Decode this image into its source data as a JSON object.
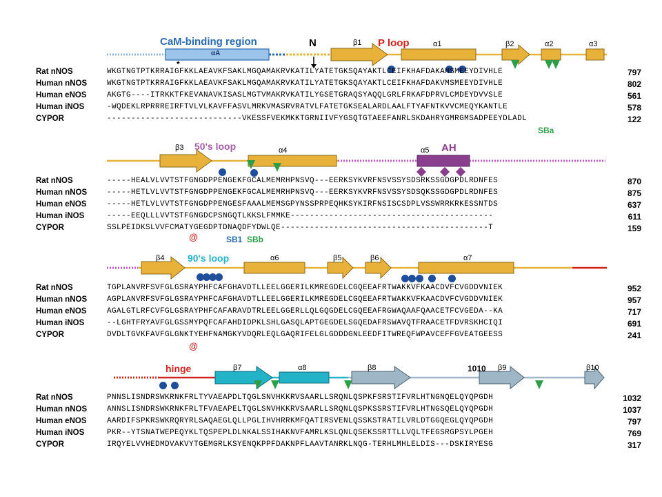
{
  "feature_labels": {
    "cam_binding": "CaM-binding region",
    "alpha_a": "αA",
    "n_marker": "N",
    "asterisk": "*",
    "p_loop": "P loop",
    "loop_50s": "50's loop",
    "ah": "AH",
    "loop_90s": "90's loop",
    "hinge": "hinge",
    "sba": "SBa",
    "sb1": "SB1",
    "sbb": "SBb",
    "at1": "@",
    "at2": "@"
  },
  "ss_labels": {
    "b1": "β1",
    "a1": "α1",
    "b2": "β2",
    "a2": "α2",
    "a3": "α3",
    "b3": "β3",
    "a4": "α4",
    "a5": "α5",
    "b4": "β4",
    "a6": "α6",
    "b5": "β5",
    "b6": "β6",
    "a7": "α7",
    "b7": "β7",
    "a8": "α8",
    "b8": "β8",
    "b1010": "1010",
    "b9": "β9",
    "b10": "β10"
  },
  "blocks": [
    {
      "rows": [
        {
          "name": "Rat nNOS",
          "seq": "WKGTNGTPTKRRAIGFKKLAEAVKFSAKLMGQAMAKRVKATILYATETGKSQAYAKTLCEIFKHAFDAKAMSMEEYDIVHLE",
          "end": "797"
        },
        {
          "name": "Human nNOS",
          "seq": "WKGTNGTPTKRRAIGFKKLAEAVKFSAKLMGQAMAKRVKATILYATETGKSQAYAKTLCEIFKHAFDAKVMSMEEYDIVHLE",
          "end": "802"
        },
        {
          "name": "Human eNOS",
          "seq": "AKGTG----ITRKKTFKEVANAVKISASLMGTVMAKRVKATILYGSETGRAQSYAQQLGRLFRKAFDPRVLCMDEYDVVSLE",
          "end": "561"
        },
        {
          "name": "Human iNOS",
          "seq": "-WQDEKLRPRRREIRFTVLVLKAVFFASVLMRKVMASRVRATVLFATETGKSEALARDLAALFTYAFNTKVVCMEQYKANTLE",
          "end": "578"
        },
        {
          "name": "CYPOR",
          "seq": "----------------------------VKESSFVEKMKKTGRNIIVFYGSQTGTAEEFANRLSKDAHRYGMRGMSADPEEYDLADL",
          "end": "122"
        }
      ]
    },
    {
      "rows": [
        {
          "name": "Rat nNOS",
          "seq": "-----HEALVLVVTSTFGNGDPPENGEKFGCALMEMRHPNSVQ---EERKSYKVRFNSVSSYSDSRKSSGDGPDLRDNFES",
          "end": "870"
        },
        {
          "name": "Human nNOS",
          "seq": "-----HETLVLVVTSTFGNGDPPENGEKFGCALMEMRHPNSVQ---EERKSYKVRFNSVSSYSDSQKSSGDGPDLRDNFES",
          "end": "875"
        },
        {
          "name": "Human eNOS",
          "seq": "-----HETLVLVVTSTFGNGDPPENGESFAAALMEMSGPYNSSPRPEQHKSYKIRFNSISCSDPLVSSWRRKRKESSNTDS",
          "end": "637"
        },
        {
          "name": "Human iNOS",
          "seq": "-----EEQLLLVVTSTFGNGDCPSNGQTLKKSLFMMKE------------------------------------------",
          "end": "611"
        },
        {
          "name": "CYPOR",
          "seq": "SSLPEIDKSLVVFCMATYGEGDPTDNAQDFYDWLQE-------------------------------------------T",
          "end": "159"
        }
      ]
    },
    {
      "rows": [
        {
          "name": "Rat nNOS",
          "seq": "TGPLANVRFSVFGLGSRAYPHFCAFGHAVDTLLEELGGERILKMREGDELCGQEEAFRTWAKKVFKAACDVFCVGDDVNIEK",
          "end": "952"
        },
        {
          "name": "Human nNOS",
          "seq": "AGPLANVRFSVFGLGSRAYPHFCAFGHAVDTLLEELGGERILKMREGDELCGQEEAFRTWAKKVFKAACDVFCVGDDVNIEK",
          "end": "957"
        },
        {
          "name": "Human eNOS",
          "seq": "AGALGTLRFCVFGLGSRAYPHFCAFARAVDTRLEELGGERLLQLGQGDELCGQEEAFRGWAQAAFQAACETFCVGEDA--KA",
          "end": "717"
        },
        {
          "name": "Human iNOS",
          "seq": "--LGHTFRYAVFGLGSSMYPQFCAFAHDIDPKLSHLGASQLAPTGEGDELSGQEDAFRSWAVQTFRAACETFDVRSKHCIQI",
          "end": "691"
        },
        {
          "name": "CYPOR",
          "seq": "DVDLTGVKFAVFGLGNKTYEHFNAMGKYVDQRLEQLGAQRIFELGLGDDDGNLEEDFITWREQFWPAVCEFFGVEATGEESS",
          "end": "241"
        }
      ]
    },
    {
      "rows": [
        {
          "name": "Rat nNOS",
          "seq": "PNNSLISNDRSWKRNKFRLTYVAEAPDLTQGLSNVHKKRVSAARLLSRQNLQSPKFSRSTIFVRLHTNGNQELQYQPGDH",
          "end": "1032"
        },
        {
          "name": "Human nNOS",
          "seq": "ANNSLISNDRSWKRNKFRLTFVAEAPELTQGLSNVHKKRVSAARLLSRQNLQSPKSSRSTIFVRLHTNGSQELQYQPGDH",
          "end": "1037"
        },
        {
          "name": "Human eNOS",
          "seq": "AARDIFSPKRSWKRQRYRLSAQAEGLQLLPGLIHVHRRKMFQATIRSVENLQSSKSTRATILVRLDTGGQEGLQYQPGDH",
          "end": "797"
        },
        {
          "name": "Human iNOS",
          "seq": "PKR--YTSNATWEPEQYKLTQSPEPLDLNKALSSIHAKNVFAMRLKSLQNLQSEKSSRTTLLVQLTFEGSRGPSYLPGEH",
          "end": "769"
        },
        {
          "name": "CYPOR",
          "seq": "IRQYELVVHEDMDVAKVYTGEMGRLKSYENQKPPFDAKNPFLAAVTANRKLNQG-TERHLMHLELDIS---DSKIRYESG",
          "end": "317"
        }
      ]
    }
  ],
  "colors": {
    "helix": "#e8b23a",
    "strand_teal": "#22b3c8",
    "strand_grey": "#9fb6c6",
    "cam_blue": "#2a6bb0",
    "red": "#d2231e",
    "purple": "#8a3f8e",
    "green": "#2e9e48",
    "dot_blue": "#1f4e9c"
  }
}
